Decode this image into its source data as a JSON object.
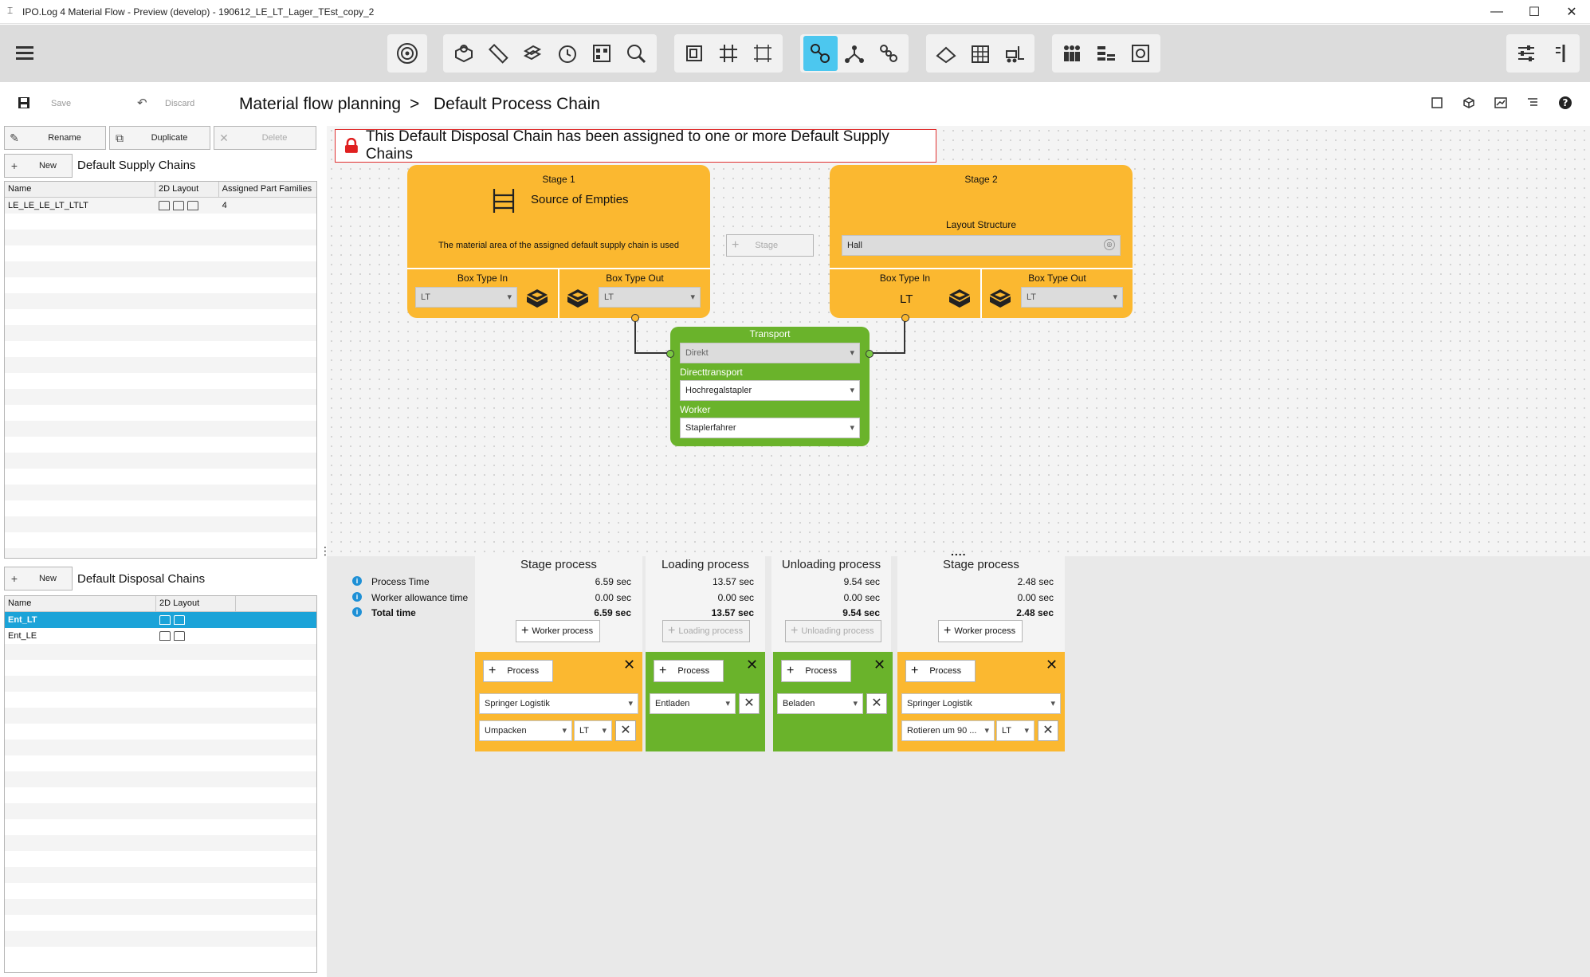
{
  "window": {
    "title": "IPO.Log 4 Material Flow - Preview (develop) - 190612_LE_LT_Lager_TEst_copy_2",
    "minimize": "—",
    "maximize": "☐",
    "close": "✕"
  },
  "subbar": {
    "save": "Save",
    "discard": "Discard",
    "breadcrumb_root": "Material flow planning",
    "breadcrumb_sep": ">",
    "breadcrumb_current": "Default Process Chain"
  },
  "left": {
    "rename": "Rename",
    "duplicate": "Duplicate",
    "delete": "Delete",
    "new": "New",
    "supply_title": "Default Supply Chains",
    "supply_cols": [
      "Name",
      "2D Layout",
      "Assigned Part Families"
    ],
    "supply_rows": [
      {
        "name": "LE_LE_LE_LT_LTLT",
        "families": "4"
      }
    ],
    "disposal_title": "Default Disposal Chains",
    "disposal_cols": [
      "Name",
      "2D Layout"
    ],
    "disposal_rows": [
      {
        "name": "Ent_LT"
      },
      {
        "name": "Ent_LE"
      }
    ]
  },
  "warning": "This Default Disposal Chain has been assigned to one or more Default Supply Chains",
  "stage1": {
    "title": "Stage 1",
    "subtitle": "Source of Empties",
    "note": "The material area of the assigned default supply chain is used",
    "box_in_label": "Box Type In",
    "box_in_value": "LT",
    "box_out_label": "Box Type Out",
    "box_out_value": "LT"
  },
  "add_stage": "Stage",
  "stage2": {
    "title": "Stage 2",
    "layout_label": "Layout Structure",
    "layout_value": "Hall",
    "box_in_label": "Box Type In",
    "box_in_value": "LT",
    "box_out_label": "Box Type Out",
    "box_out_value": "LT"
  },
  "transport": {
    "title": "Transport",
    "type": "Direkt",
    "direct_label": "Directtransport",
    "direct_value": "Hochregalstapler",
    "worker_label": "Worker",
    "worker_value": "Staplerfahrer"
  },
  "times": {
    "labels": [
      "Process Time",
      "Worker allowance time",
      "Total time"
    ],
    "columns": [
      {
        "title": "Stage process",
        "values": [
          "6.59 sec",
          "0.00 sec",
          "6.59 sec"
        ],
        "btn": "Worker process"
      },
      {
        "title": "Loading process",
        "values": [
          "13.57 sec",
          "0.00 sec",
          "13.57 sec"
        ],
        "btn": "Loading process"
      },
      {
        "title": "Unloading process",
        "values": [
          "9.54 sec",
          "0.00 sec",
          "9.54 sec"
        ],
        "btn": "Unloading process"
      },
      {
        "title": "Stage process",
        "values": [
          "2.48 sec",
          "0.00 sec",
          "2.48 sec"
        ],
        "btn": "Worker process"
      }
    ],
    "dots": "...."
  },
  "cards": {
    "process": "Process",
    "c1": {
      "provider": "Springer Logistik",
      "process": "Umpacken",
      "box": "LT"
    },
    "c2": {
      "process": "Entladen"
    },
    "c3": {
      "process": "Beladen"
    },
    "c4": {
      "provider": "Springer Logistik",
      "process": "Rotieren um 90 ...",
      "box": "LT"
    }
  },
  "colors": {
    "stage": "#fbb830",
    "transport": "#6ab32b",
    "selection": "#1ba3d8",
    "active_tool": "#4cc7ef",
    "warning_border": "#e03030"
  }
}
